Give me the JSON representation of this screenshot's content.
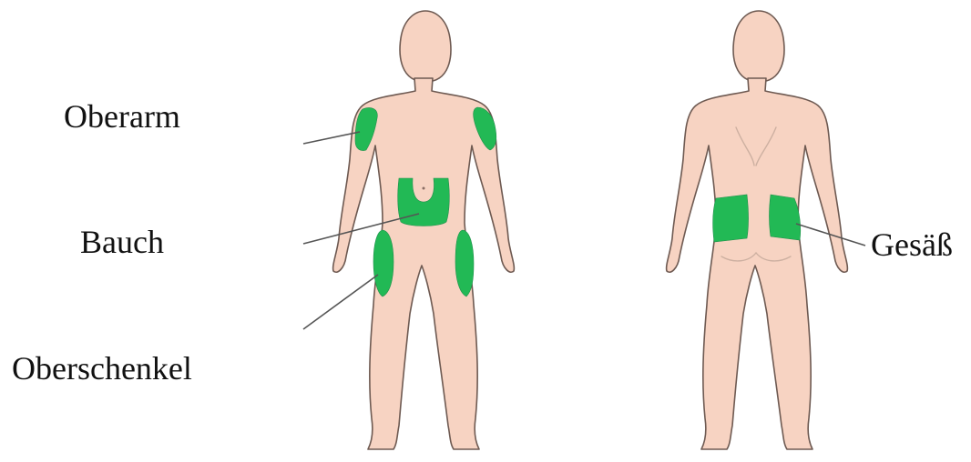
{
  "labels": {
    "upper_arm": "Oberarm",
    "abdomen": "Bauch",
    "thigh": "Oberschenkel",
    "buttocks": "Gesäß"
  },
  "colors": {
    "skin": "#f7d3c2",
    "outline": "#6e5a52",
    "zone": "#22b955",
    "background": "#ffffff"
  },
  "figures": [
    "front-view",
    "back-view"
  ]
}
